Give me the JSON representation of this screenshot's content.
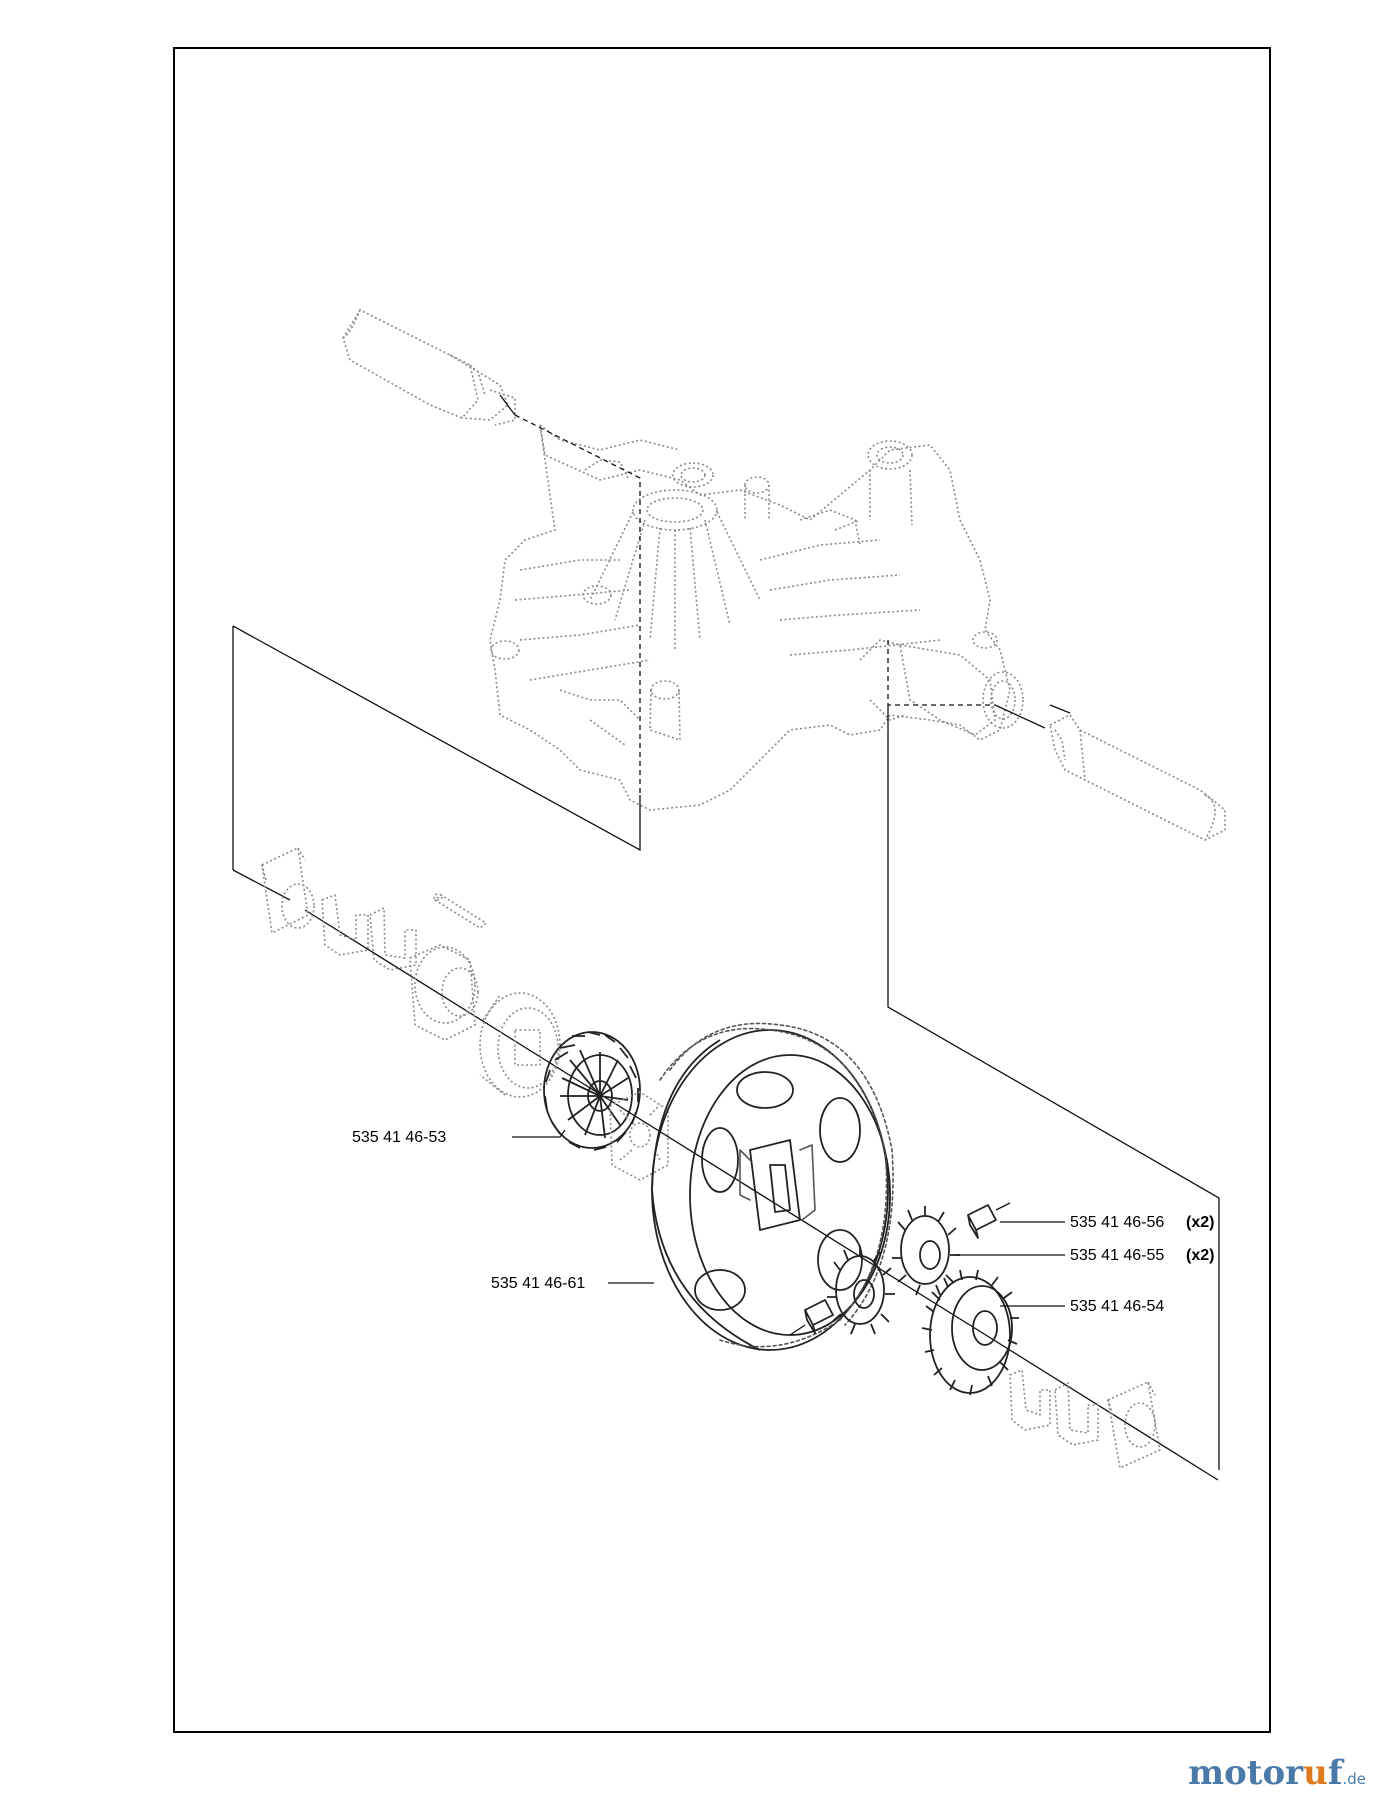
{
  "callouts": [
    {
      "id": "53",
      "part_number": "535 41 46-53",
      "qty": ""
    },
    {
      "id": "56",
      "part_number": "535 41 46-56",
      "qty": "(x2)"
    },
    {
      "id": "55",
      "part_number": "535 41 46-55",
      "qty": "(x2)"
    },
    {
      "id": "61",
      "part_number": "535 41 46-61",
      "qty": ""
    },
    {
      "id": "54",
      "part_number": "535 41 46-54",
      "qty": ""
    }
  ],
  "watermark": {
    "name_part1": "motor",
    "name_accent": "u",
    "name_part2": "f",
    "tld": ".de",
    "colors": {
      "primary": "#4a7aa8",
      "accent": "#e07b1d"
    }
  },
  "icons": [
    "transaxle-housing-drawing",
    "axle-shaft-drawing",
    "ring-gear-drawing",
    "bevel-gear-drawing",
    "thrust-washer-drawing",
    "bushing-drawing"
  ]
}
